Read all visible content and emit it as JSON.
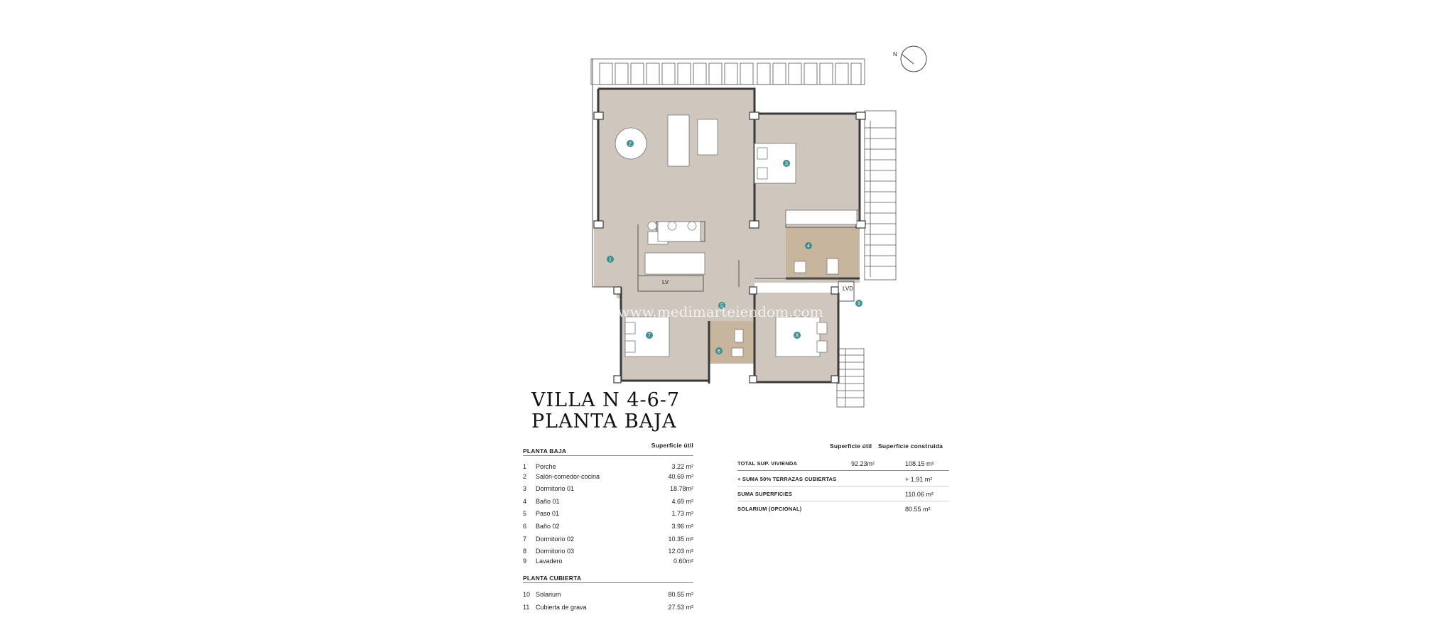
{
  "compass": {
    "label": "N"
  },
  "plan": {
    "room_markers": [
      "1",
      "2",
      "3",
      "4",
      "5",
      "6",
      "7",
      "8",
      "9"
    ],
    "fixture_label_lv": "LV",
    "fixture_label_lvd": "LVD",
    "watermark": "www.medimarteiendom.com",
    "colors": {
      "room_fill": "#cfc6bd",
      "bath_fill": "#c8b59e",
      "wall": "#3a3a3a",
      "marker": "#3f8f8f"
    }
  },
  "title": {
    "line1": "VILLA N 4-6-7",
    "line2": "PLANTA BAJA"
  },
  "left_table": {
    "section1": "PLANTA BAJA",
    "col_header": "Superficie útil",
    "rows": [
      {
        "num": "1",
        "name": "Porche",
        "value": "3.22 m²"
      },
      {
        "num": "2",
        "name": "Salón-comedor-cocina",
        "value": "40.69 m²"
      },
      {
        "num": "3",
        "name": "Dormitorio 01",
        "value": "18.78m²"
      },
      {
        "num": "4",
        "name": "Baño 01",
        "value": "4.69 m²"
      },
      {
        "num": "5",
        "name": "Paso 01",
        "value": "1.73 m²"
      },
      {
        "num": "6",
        "name": "Baño 02",
        "value": "3.96 m²"
      },
      {
        "num": "7",
        "name": "Dormitorio 02",
        "value": "10.35 m²"
      },
      {
        "num": "8",
        "name": "Dormitorio 03",
        "value": "12.03 m²"
      },
      {
        "num": "9",
        "name": "Lavadero",
        "value": "0.60m²"
      }
    ],
    "section2": "PLANTA CUBIERTA",
    "rows2": [
      {
        "num": "10",
        "name": "Solarium",
        "value": "80.55 m²"
      },
      {
        "num": "11",
        "name": "Cubierta de grava",
        "value": "27.53 m²"
      }
    ]
  },
  "right_table": {
    "col1": "Superficie útil",
    "col2": "Superficie construida",
    "rows": [
      {
        "label": "TOTAL SUP. VIVIENDA",
        "util": "92.23m²",
        "construida": "108.15 m²"
      },
      {
        "label": "+ SUMA 50% TERRAZAS CUBIERTAS",
        "util": "",
        "construida": "+ 1.91 m²"
      },
      {
        "label": "SUMA SUPERFICIES",
        "util": "",
        "construida": "110.06 m²"
      },
      {
        "label": "SOLARIUM (OPCIONAL)",
        "util": "",
        "construida": "80.55 m²"
      }
    ]
  }
}
